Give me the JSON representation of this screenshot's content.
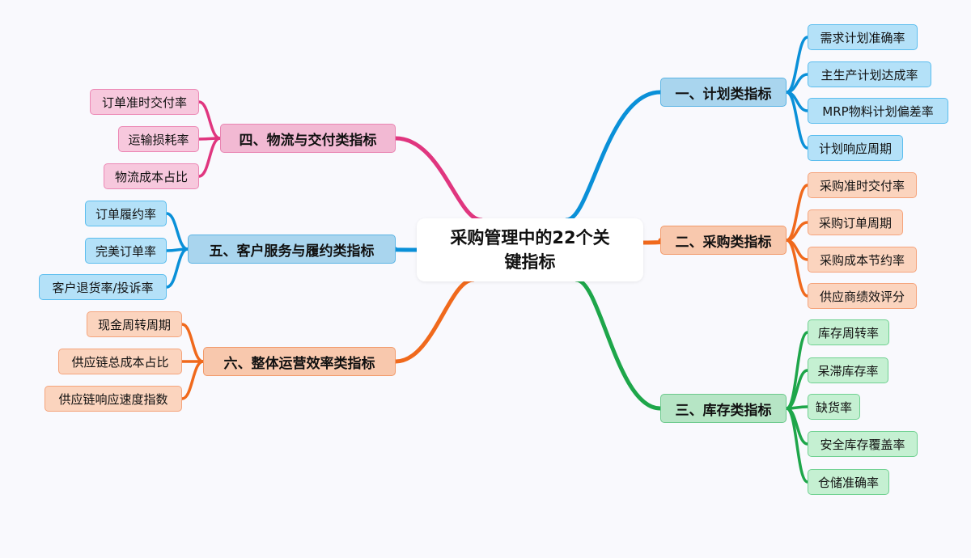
{
  "title": {
    "line1": "采购管理中的22个关",
    "line2": "键指标"
  },
  "branches": [
    {
      "label": "一、计划类指标",
      "line": "#0a90d8",
      "fill": "#a9d5ee",
      "border": "#5bb4e4",
      "leaf_fill": "#b4e1f8",
      "leaf_border": "#5bbdee",
      "items": [
        "需求计划准确率",
        "主生产计划达成率",
        "MRP物料计划偏差率",
        "计划响应周期"
      ]
    },
    {
      "label": "二、采购类指标",
      "line": "#f0691c",
      "fill": "#f8c8ad",
      "border": "#f29a6a",
      "leaf_fill": "#fbd4be",
      "leaf_border": "#f5a47c",
      "items": [
        "采购准时交付率",
        "采购订单周期",
        "采购成本节约率",
        "供应商绩效评分"
      ]
    },
    {
      "label": "三、库存类指标",
      "line": "#1ea64a",
      "fill": "#b6e5c5",
      "border": "#6cc98c",
      "leaf_fill": "#c5f0d2",
      "leaf_border": "#70d191",
      "items": [
        "库存周转率",
        "呆滞库存率",
        "缺货率",
        "安全库存覆盖率",
        "仓储准确率"
      ]
    },
    {
      "label": "四、物流与交付类指标",
      "line": "#e0367f",
      "fill": "#f2b9d3",
      "border": "#e985b2",
      "leaf_fill": "#f7c8dd",
      "leaf_border": "#ec88b5",
      "items": [
        "订单准时交付率",
        "运输损耗率",
        "物流成本占比"
      ]
    },
    {
      "label": "五、客户服务与履约类指标",
      "line": "#0a90d8",
      "fill": "#a9d5ee",
      "border": "#5bb4e4",
      "leaf_fill": "#b4e1f8",
      "leaf_border": "#5bbdee",
      "items": [
        "订单履约率",
        "完美订单率",
        "客户退货率/投诉率"
      ]
    },
    {
      "label": "六、整体运营效率类指标",
      "line": "#f0691c",
      "fill": "#f8c8ad",
      "border": "#f29a6a",
      "leaf_fill": "#fbd4be",
      "leaf_border": "#f5a47c",
      "items": [
        "现金周转周期",
        "供应链总成本占比",
        "供应链响应速度指数"
      ]
    }
  ]
}
